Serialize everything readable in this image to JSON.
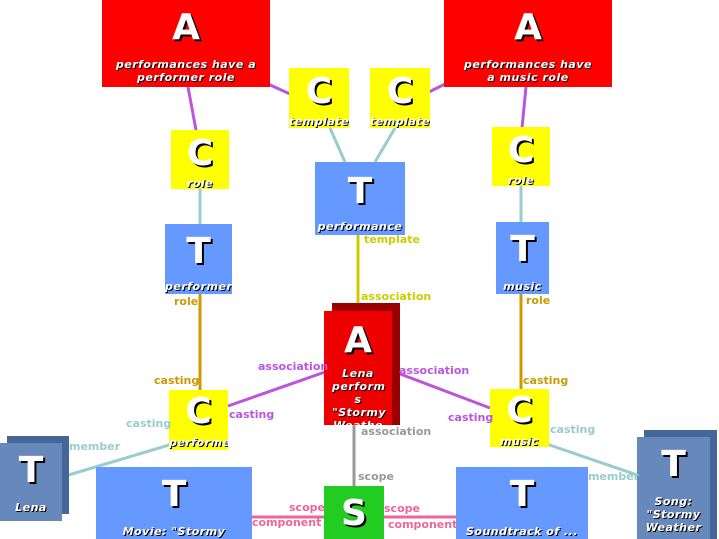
{
  "colors": {
    "assoc_red": "#ff0000",
    "topic_blue": "#6699ff",
    "class_yellow": "#ffff00",
    "scope_green": "#22cc22",
    "edge_purple": "#bb55dd",
    "edge_cyan": "#99cccc",
    "edge_gold": "#cc9900",
    "edge_olive": "#cccc00",
    "edge_pink": "#ee6699",
    "edge_gray": "#999999"
  },
  "nodes": {
    "a_performer_role": {
      "letter": "A",
      "text": "performances have a performer role"
    },
    "a_music_role": {
      "letter": "A",
      "text": "performances have a music role"
    },
    "c_template_left": {
      "letter": "C",
      "text": "template"
    },
    "c_template_right": {
      "letter": "C",
      "text": "template"
    },
    "c_role_left": {
      "letter": "C",
      "text": "role"
    },
    "c_role_right": {
      "letter": "C",
      "text": "role"
    },
    "t_performance": {
      "letter": "T",
      "text": "performance"
    },
    "t_performer": {
      "letter": "T",
      "text": "performer"
    },
    "t_music": {
      "letter": "T",
      "text": "music"
    },
    "a_lena": {
      "letter": "A",
      "text": "Lena perform s \"Stormy Weathe r\""
    },
    "c_performer": {
      "letter": "C",
      "text": "performer"
    },
    "c_music": {
      "letter": "C",
      "text": "music"
    },
    "t_lena": {
      "letter": "T",
      "text": "Lena"
    },
    "t_movie": {
      "letter": "T",
      "text": "Movie: \"Stormy"
    },
    "s_scope": {
      "letter": "S",
      "text": ""
    },
    "t_soundtrack": {
      "letter": "T",
      "text": "Soundtrack of ..."
    },
    "t_song": {
      "letter": "T",
      "text": "Song: \"Stormy Weather"
    }
  },
  "edge_labels": {
    "template": "template",
    "association_top": "association",
    "role_left": "role",
    "role_right": "role",
    "casting_left_top": "casting",
    "casting_right_top": "casting",
    "association_left": "association",
    "association_right": "association",
    "casting_left_mid": "casting",
    "casting_right_mid": "casting",
    "casting_left_low": "casting",
    "casting_right_low": "casting",
    "association_low": "association",
    "member_left": "member",
    "member_right": "member",
    "scope_center": "scope",
    "scope_left": "scope",
    "scope_right": "scope",
    "component_left": "component",
    "component_right": "component"
  }
}
